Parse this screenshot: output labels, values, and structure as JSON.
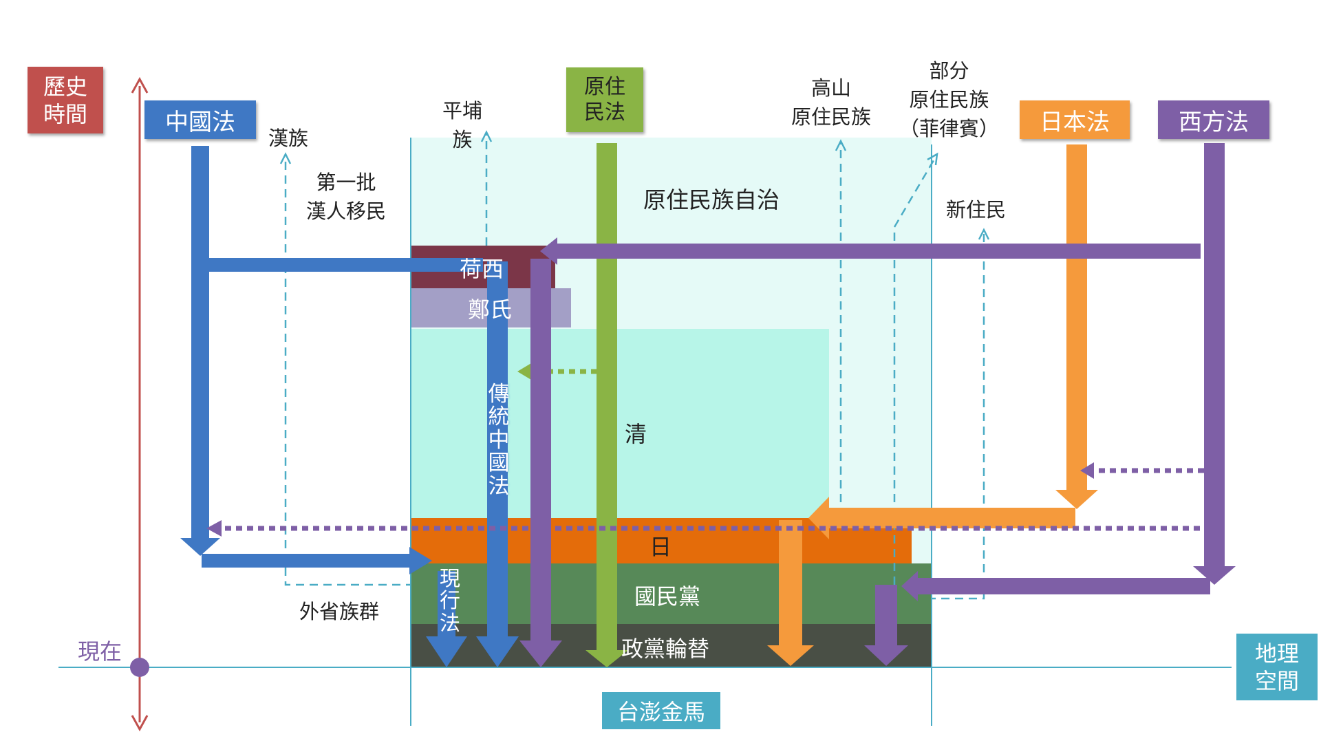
{
  "axes": {
    "history_time": "歷史\n時間",
    "present": "現在",
    "geographic_space": "地理\n空間",
    "taiwan_region": "台澎金馬"
  },
  "legal_sources": {
    "chinese_law": "中國法",
    "indigenous_law": "原住\n民法",
    "japanese_law": "日本法",
    "western_law": "西方法"
  },
  "groups": {
    "han": "漢族",
    "first_han_migrants": "第一批\n漢人移民",
    "waishengren": "外省族群",
    "pingpu": "平埔\n族",
    "highland_indigenous": "高山\n原住民族",
    "some_indigenous_ph": "部分\n原住民族\n（菲律賓）",
    "new_residents": "新住民"
  },
  "periods": {
    "dutch_spanish": "荷西",
    "zheng": "鄭氏",
    "qing": "清",
    "japan": "日",
    "kmt": "國民黨",
    "party_alternation": "政黨輪替",
    "indigenous_autonomy": "原住民族自治"
  },
  "flows": {
    "traditional_chinese_law": "傳\n統\n中\n國\n法",
    "current_law": "現\n行\n法"
  },
  "colors": {
    "chinese_law": "#3f78c4",
    "indigenous_law": "#8ab445",
    "japanese_law": "#f59a3c",
    "western_law": "#7e5fa6",
    "history_axis": "#c0504d",
    "geo_axis": "#4aacc5",
    "dutch_spanish": "#7b3648",
    "zheng": "#a39fc6",
    "qing": "#b7f5e8",
    "japan": "#e46c0a",
    "kmt": "#578958",
    "party_alternation": "#494f45",
    "autonomy_zone": "#e5faf7"
  }
}
